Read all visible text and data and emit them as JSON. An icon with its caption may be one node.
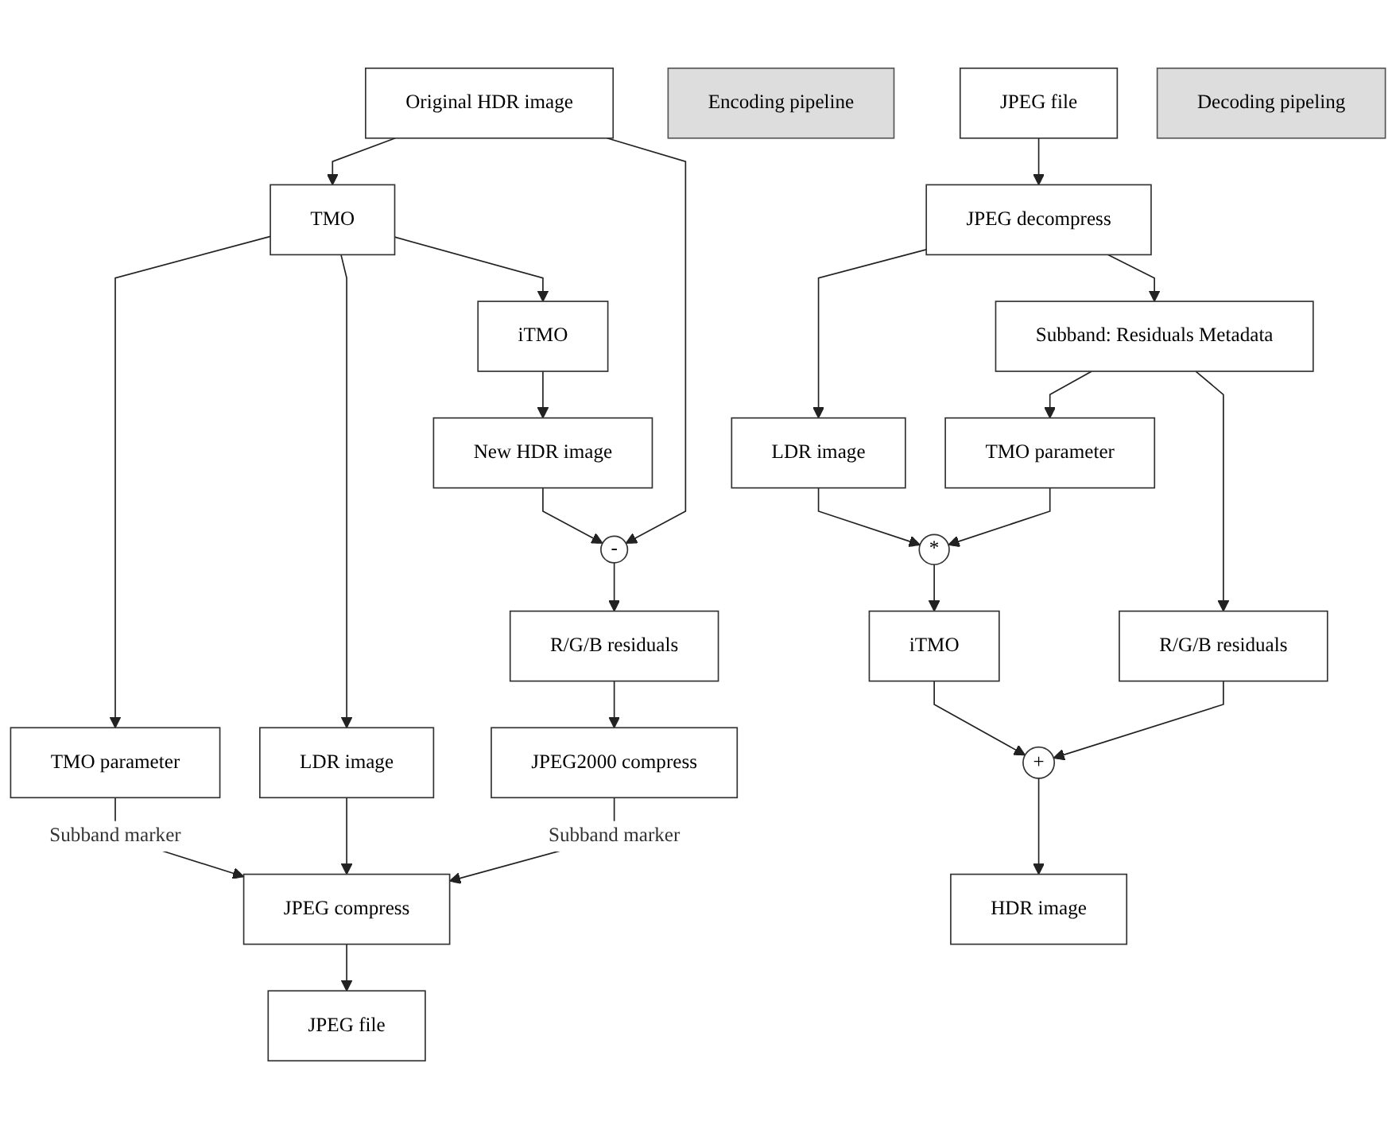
{
  "diagram": {
    "nodes": [
      {
        "text": [
          "Original HDR image"
        ]
      },
      {
        "text": [
          "TMO"
        ]
      },
      {
        "text": [
          "iTMO"
        ]
      },
      {
        "text": [
          "New HDR image"
        ]
      },
      {
        "text": [
          "-"
        ]
      },
      {
        "text": [
          "TMO parameter"
        ]
      },
      {
        "text": [
          "LDR image"
        ]
      },
      {
        "text": [
          "R/G/B residuals"
        ]
      },
      {
        "text": [
          "JPEG compress"
        ]
      },
      {
        "text": [
          "JPEG2000 compress"
        ]
      },
      {
        "text": [
          "JPEG file"
        ]
      },
      {
        "text": [
          "Encoding pipeline"
        ]
      },
      {
        "text": [
          "JPEG file"
        ]
      },
      {
        "text": [
          "JPEG decompress"
        ]
      },
      {
        "text": [
          "LDR image"
        ]
      },
      {
        "text": [
          "Subband: Residuals Metadata"
        ]
      },
      {
        "text": [
          "*"
        ]
      },
      {
        "text": [
          "TMO parameter"
        ]
      },
      {
        "text": [
          "R/G/B residuals"
        ]
      },
      {
        "text": [
          "iTMO"
        ]
      },
      {
        "text": [
          "+"
        ]
      },
      {
        "text": [
          "HDR image"
        ]
      },
      {
        "text": [
          "Decoding pipeling"
        ]
      }
    ],
    "edges": [
      {
        "from": 0,
        "to": 1,
        "arrow": "to"
      },
      {
        "from": 1,
        "to": 2,
        "arrow": "to"
      },
      {
        "from": 2,
        "to": 3,
        "arrow": "to"
      },
      {
        "from": 3,
        "to": 4,
        "arrow": "to"
      },
      {
        "from": 0,
        "to": 4,
        "arrow": "to"
      },
      {
        "from": 1,
        "to": 5,
        "arrow": "to"
      },
      {
        "from": 1,
        "to": 6,
        "arrow": "to"
      },
      {
        "from": 4,
        "to": 7,
        "arrow": "to"
      },
      {
        "from": 5,
        "to": 8,
        "arrow": "to",
        "label": "Subband marker"
      },
      {
        "from": 6,
        "to": 8,
        "arrow": "to"
      },
      {
        "from": 7,
        "to": 9,
        "arrow": "to"
      },
      {
        "from": 9,
        "to": 8,
        "arrow": "to",
        "label": "Subband marker"
      },
      {
        "from": 8,
        "to": 10,
        "arrow": "to"
      },
      {
        "from": 12,
        "to": 13,
        "arrow": "to"
      },
      {
        "from": 13,
        "to": 14,
        "arrow": "to"
      },
      {
        "from": 13,
        "to": 15,
        "arrow": "to"
      },
      {
        "from": 14,
        "to": 16,
        "arrow": "to"
      },
      {
        "from": 15,
        "to": 17,
        "arrow": "to"
      },
      {
        "from": 15,
        "to": 18,
        "arrow": "to"
      },
      {
        "from": 17,
        "to": 16,
        "arrow": "to"
      },
      {
        "from": 16,
        "to": 19,
        "arrow": "to"
      },
      {
        "from": 19,
        "to": 20,
        "arrow": "to"
      },
      {
        "from": 18,
        "to": 20,
        "arrow": "to"
      },
      {
        "from": 20,
        "to": 21,
        "arrow": "to"
      }
    ]
  }
}
